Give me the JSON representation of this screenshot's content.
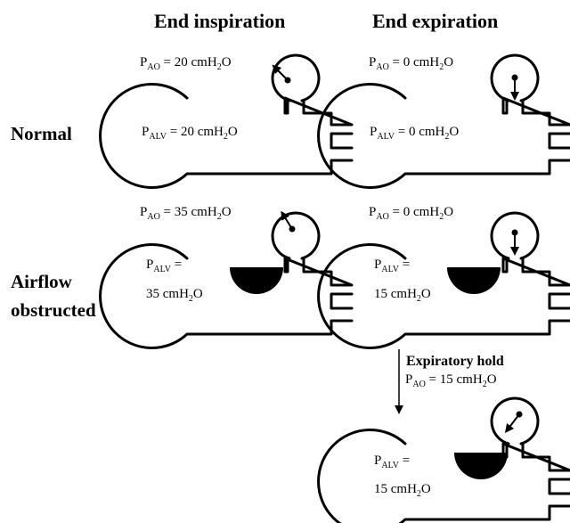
{
  "columns": {
    "inspiration": "End inspiration",
    "expiration": "End expiration"
  },
  "rows": {
    "normal": "Normal",
    "obstructed_line1": "Airflow",
    "obstructed_line2": "obstructed"
  },
  "hold_label": "Expiratory hold",
  "units": {
    "p": "P",
    "ao": "AO",
    "alv": "ALV",
    "eq": " = ",
    "cmh": "cmH",
    "two": "2",
    "o": "O"
  },
  "values": {
    "n_insp_ao": "20",
    "n_insp_alv": "20",
    "n_exp_ao": "0",
    "n_exp_alv": "0",
    "o_insp_ao": "35",
    "o_insp_alv": "35",
    "o_exp_ao": "0",
    "o_exp_alv": "15",
    "hold_ao": "15",
    "hold_alv": "15"
  },
  "palette": {
    "ink": "#000000",
    "paper": "#ffffff"
  }
}
